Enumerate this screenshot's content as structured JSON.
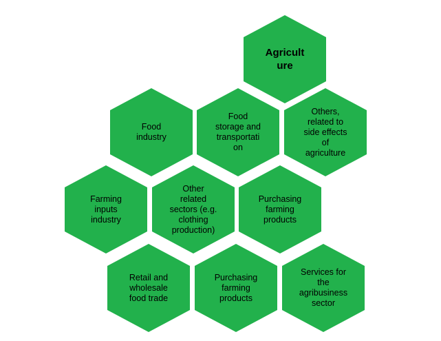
{
  "colors": {
    "hexagon_fill": "#22b14c",
    "text": "#000000",
    "background": "#ffffff"
  },
  "diagram": {
    "main": {
      "label": "Agricult\nure"
    },
    "nodes": [
      {
        "label": "Food\nindustry"
      },
      {
        "label": "Food\nstorage and\ntransportati\non"
      },
      {
        "label": "Others,\nrelated to\nside effects\nof\nagriculture"
      },
      {
        "label": "Farming\ninputs\nindustry"
      },
      {
        "label": "Other\nrelated\nsectors (e.g.\nclothing\nproduction)"
      },
      {
        "label": "Purchasing\nfarming\nproducts"
      },
      {
        "label": "Retail and\nwholesale\nfood trade"
      },
      {
        "label": "Purchasing\nfarming\nproducts"
      },
      {
        "label": "Services for\nthe\nagribusiness\nsector"
      }
    ]
  }
}
